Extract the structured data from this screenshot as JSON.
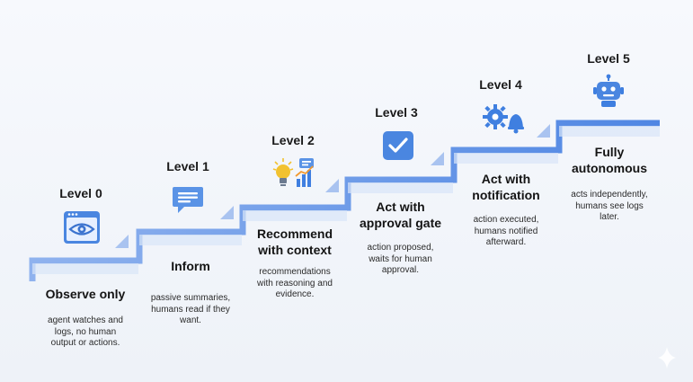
{
  "colors": {
    "step": "#5b8fe6",
    "step_light": "#b9cff4",
    "riser_dark": "#4a7fd8",
    "icon_blue": "#3f7fe0"
  },
  "levels": [
    {
      "level": "Level 0",
      "title_lines": [
        "Observe only"
      ],
      "desc_lines": [
        "agent watches and",
        "logs, no human",
        "output or actions."
      ],
      "icon": "eye-monitor-icon"
    },
    {
      "level": "Level 1",
      "title_lines": [
        "Inform"
      ],
      "desc_lines": [
        "passive summaries,",
        "humans read if they",
        "want."
      ],
      "icon": "chat-bubble-icon"
    },
    {
      "level": "Level 2",
      "title_lines": [
        "Recommend",
        "with context"
      ],
      "desc_lines": [
        "recommendations",
        "with reasoning and",
        "evidence."
      ],
      "icon": "lightbulb-chart-icon"
    },
    {
      "level": "Level 3",
      "title_lines": [
        "Act with",
        "approval gate"
      ],
      "desc_lines": [
        "action proposed,",
        "waits for human",
        "approval."
      ],
      "icon": "checkbox-icon"
    },
    {
      "level": "Level 4",
      "title_lines": [
        "Act with",
        "notification"
      ],
      "desc_lines": [
        "action executed,",
        "humans notified",
        "afterward."
      ],
      "icon": "gear-bell-icon"
    },
    {
      "level": "Level 5",
      "title_lines": [
        "Fully",
        "autonomous"
      ],
      "desc_lines": [
        "acts independently,",
        "humans see logs",
        "later."
      ],
      "icon": "robot-icon"
    }
  ]
}
